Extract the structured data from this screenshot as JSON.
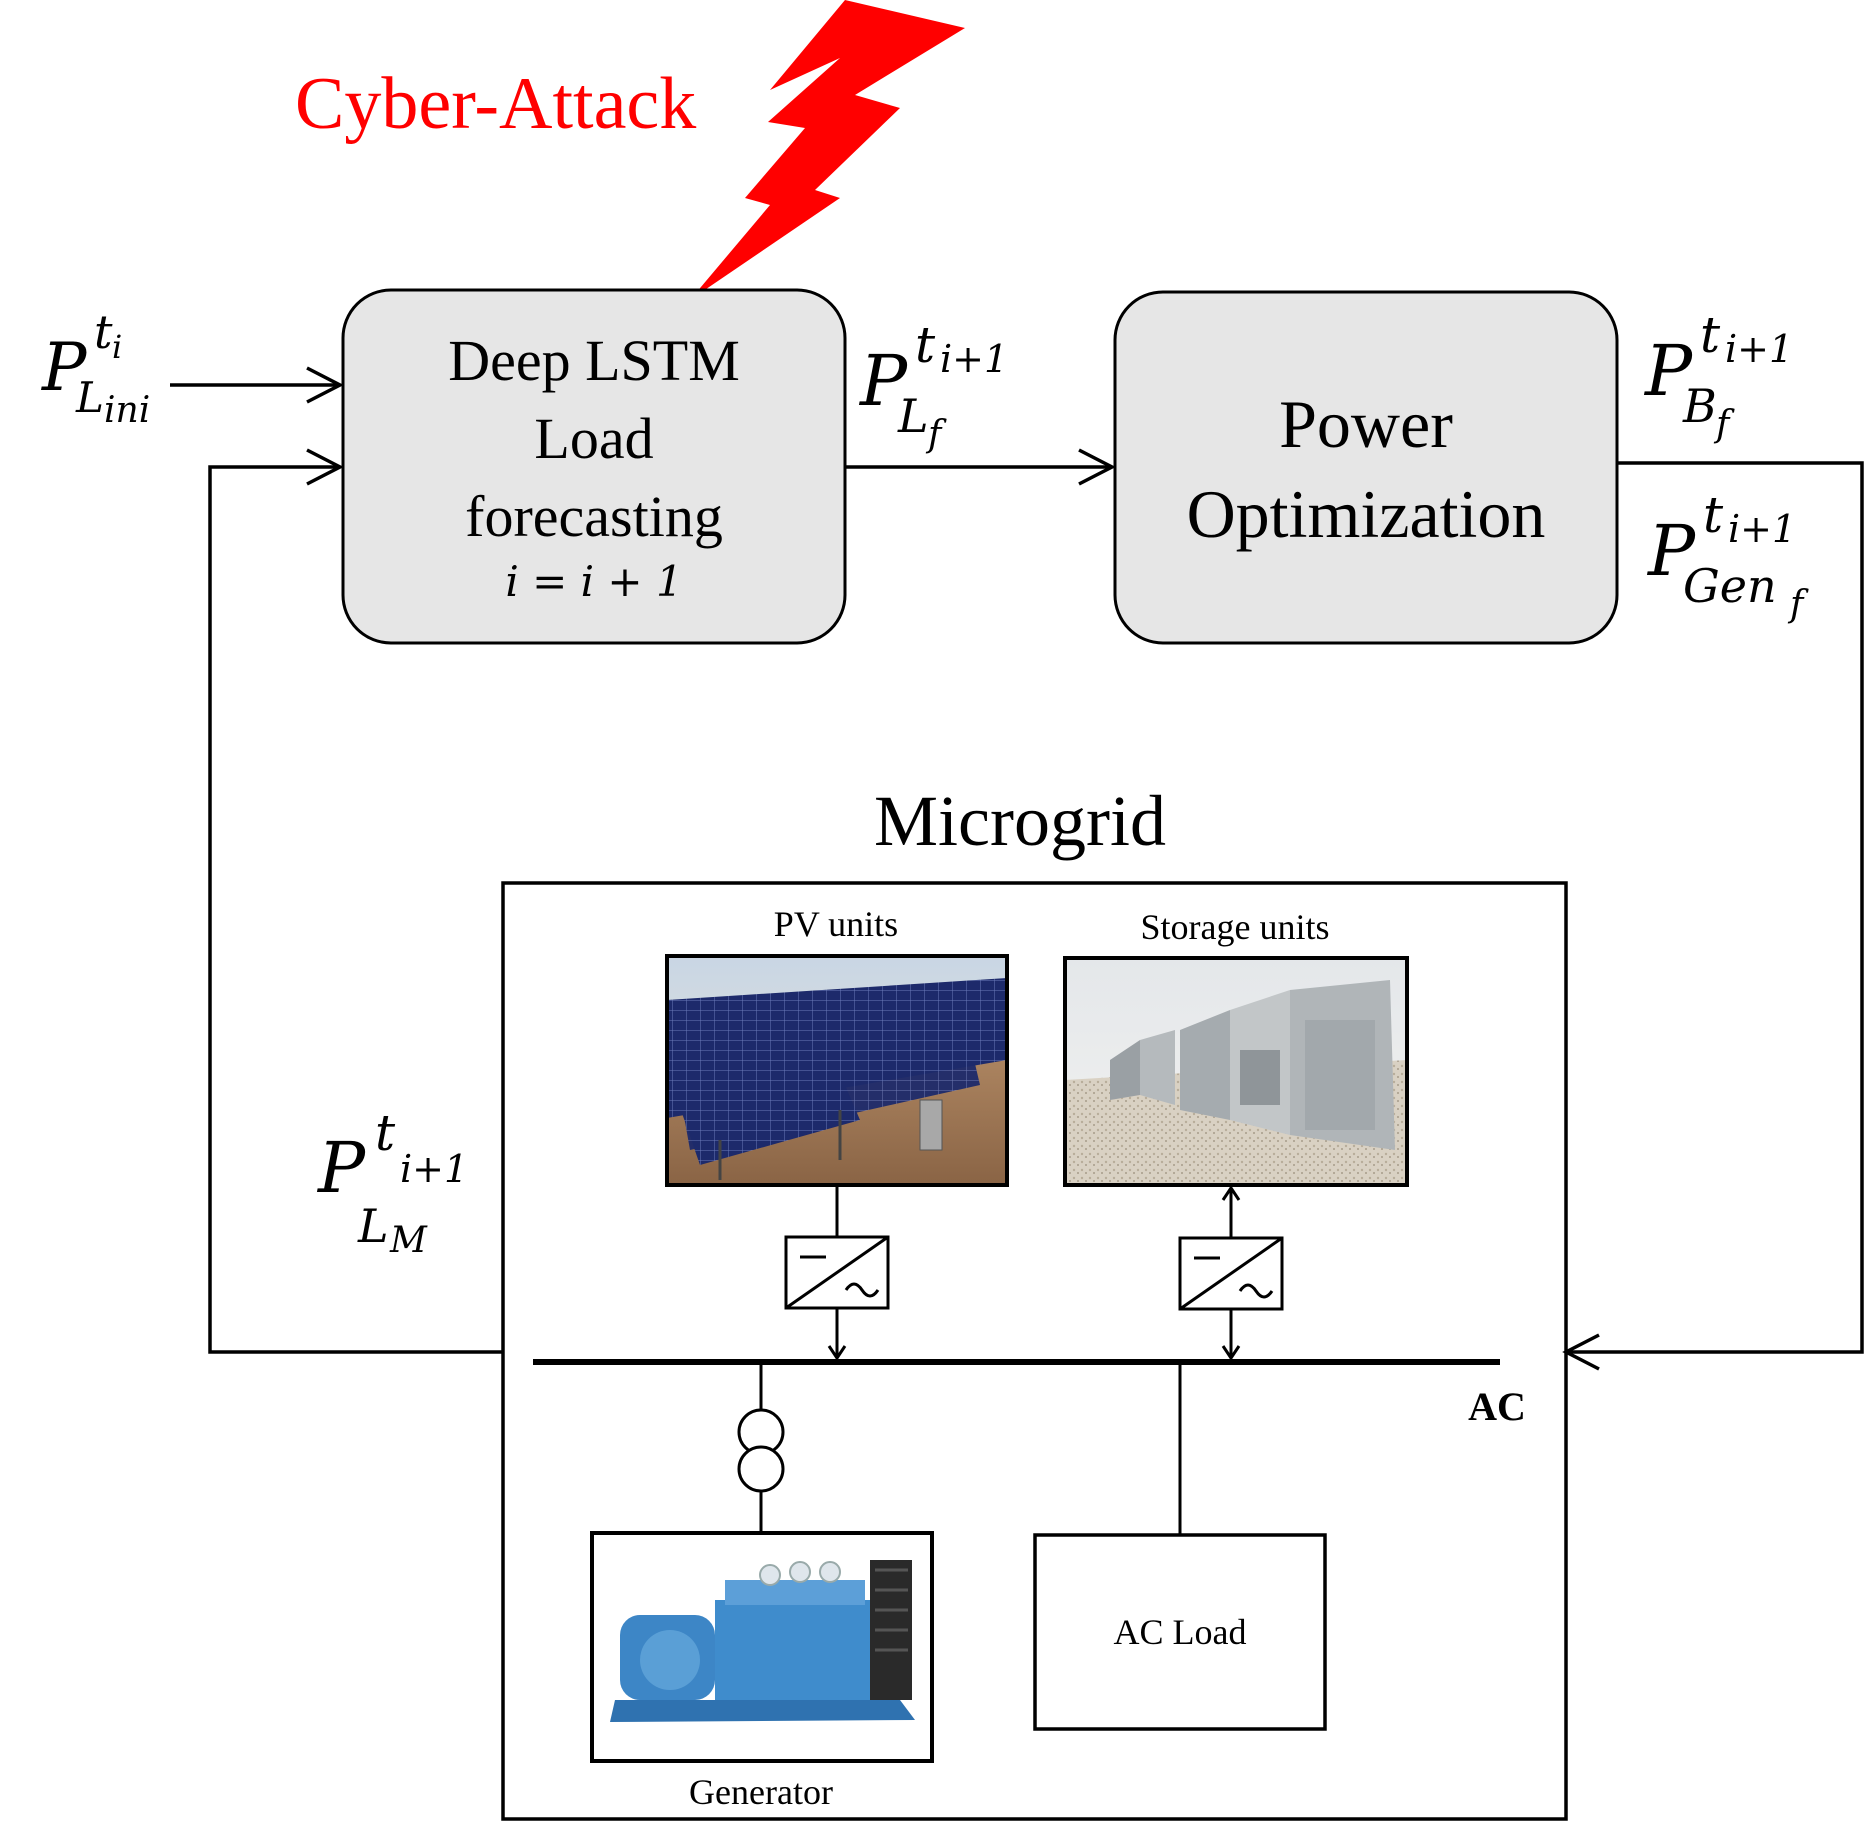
{
  "cyber_attack": {
    "label": "Cyber-Attack",
    "color": "#ff0000",
    "icon": "lightning-bolt-icon"
  },
  "lstm_block": {
    "line1": "Deep LSTM",
    "line2": "Load",
    "line3": "forecasting",
    "counter": "i = i + 1"
  },
  "optimization_block": {
    "line1": "Power",
    "line2": "Optimization"
  },
  "signals": {
    "input_load": {
      "symbol": "P",
      "superscript": "t",
      "super_sub": "i",
      "subscript": "L",
      "sub_sub": "ini"
    },
    "forecast_load": {
      "symbol": "P",
      "superscript": "t",
      "super_sub": "i+1",
      "subscript": "L",
      "sub_sub": "f"
    },
    "battery_power": {
      "symbol": "P",
      "superscript": "t",
      "super_sub": "i+1",
      "subscript": "B",
      "sub_sub": "f"
    },
    "generator_power": {
      "symbol": "P",
      "superscript": "t",
      "super_sub": "i+1",
      "subscript": "Gen",
      "sub_sub": "f"
    },
    "measured_load": {
      "symbol": "P",
      "superscript": "t",
      "super_sub": "i+1",
      "subscript": "L",
      "sub_sub": "M"
    }
  },
  "microgrid": {
    "title": "Microgrid",
    "pv_label": "PV units",
    "storage_label": "Storage units",
    "bus_label": "AC",
    "generator_label": "Generator",
    "load_label": "AC Load"
  },
  "colors": {
    "block_fill": "#e6e6e6",
    "stroke": "#000000",
    "attack": "#ff0000"
  }
}
